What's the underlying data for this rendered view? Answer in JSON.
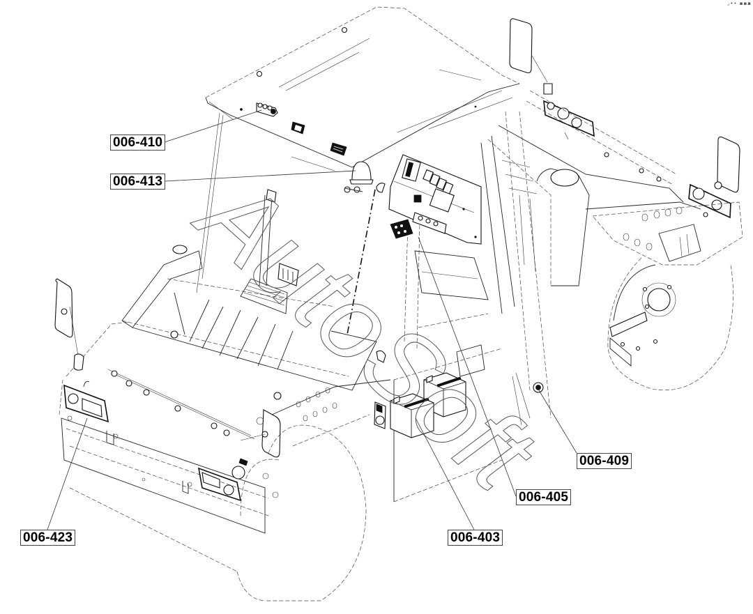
{
  "diagram": {
    "type": "exploded parts illustration",
    "subject": "tandem vibratory roller — electrical system component locations",
    "watermark": "AutoSoft",
    "corner_icon": "expand-icon"
  },
  "callouts": [
    {
      "id": "006-410",
      "label": "006-410",
      "points_to": "roof-mounted switch cluster"
    },
    {
      "id": "006-413",
      "label": "006-413",
      "points_to": "beacon lamp"
    },
    {
      "id": "006-423",
      "label": "006-423",
      "points_to": "front left light assembly"
    },
    {
      "id": "006-403",
      "label": "006-403",
      "points_to": "batteries"
    },
    {
      "id": "006-405",
      "label": "006-405",
      "points_to": "electrical control panel"
    },
    {
      "id": "006-409",
      "label": "006-409",
      "points_to": "rear harness connector"
    }
  ]
}
